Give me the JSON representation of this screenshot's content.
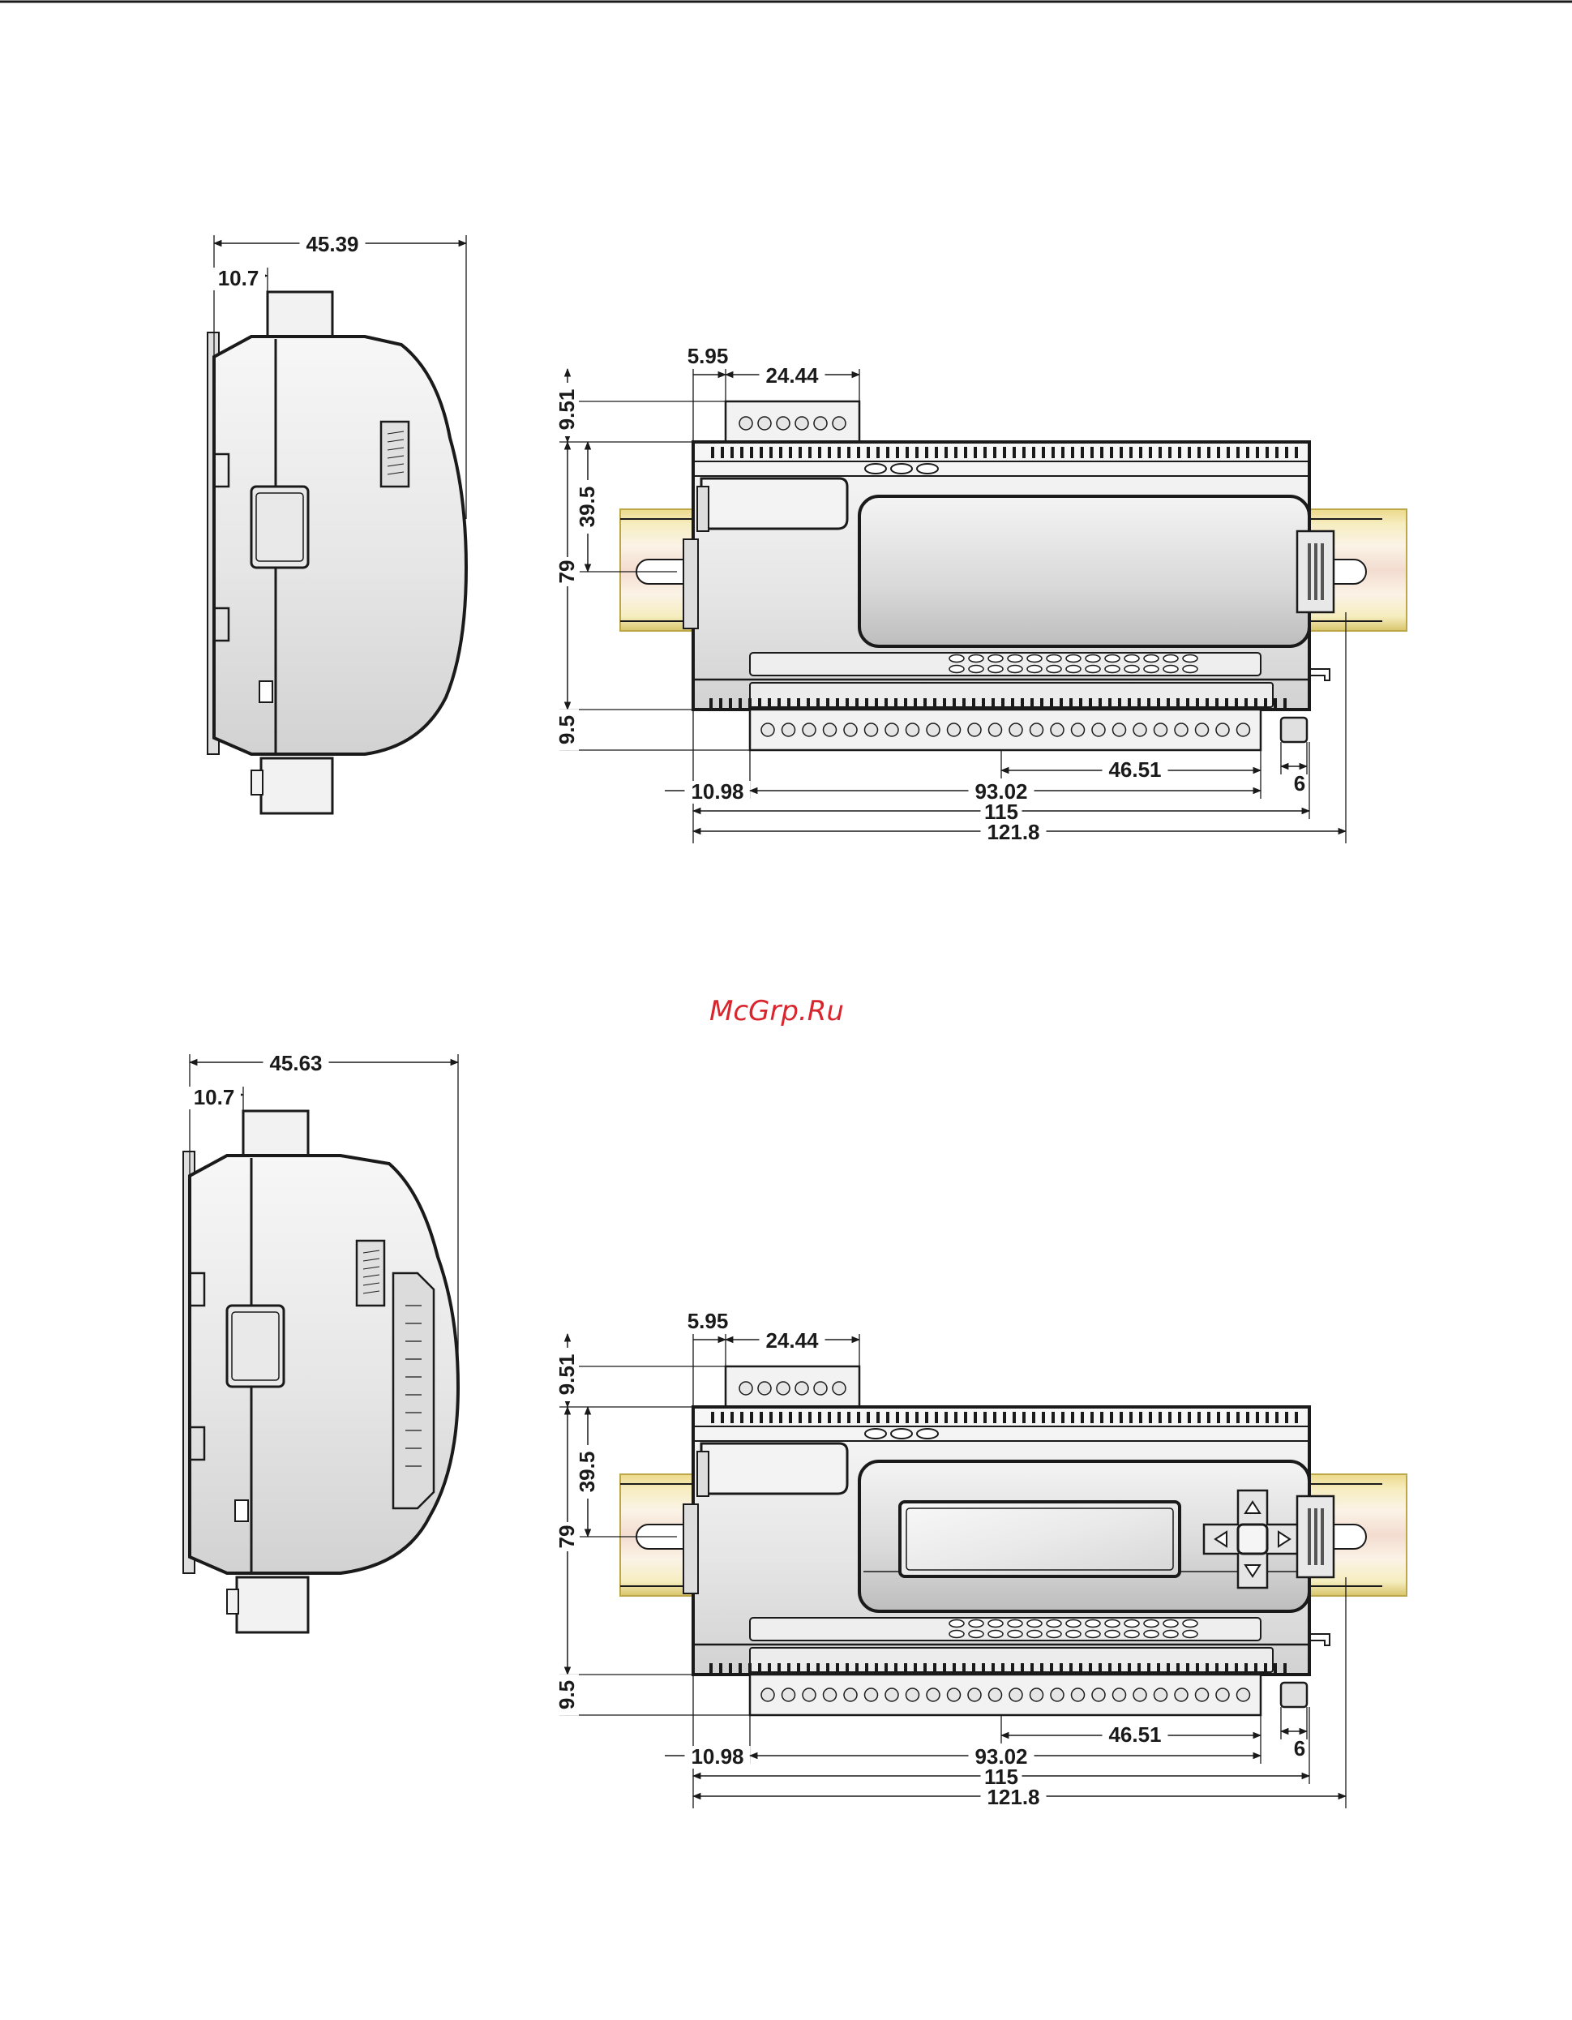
{
  "watermark": "McGrp.Ru",
  "colors": {
    "line": "#1a1a1a",
    "body_light": "#ececec",
    "body_mid": "#d6d6d6",
    "rail": "#ecd98a",
    "rail_dark": "#bca84a",
    "terminal": "#f2f2f2",
    "watermark": "#d9262e"
  },
  "drawings": [
    {
      "variant": "no-display",
      "side": {
        "width": "45.39",
        "offset": "10.7"
      },
      "front": {
        "top_offset": "5.95",
        "top_block": "24.44",
        "top_height": "9.51",
        "half_height": "39.5",
        "height": "79",
        "bottom_height": "9.5",
        "left_offset": "10.98",
        "bottom_block": "93.02",
        "bottom_half": "46.51",
        "clip": "6",
        "width": "115",
        "overall": "121.8"
      }
    },
    {
      "variant": "with-display",
      "side": {
        "width": "45.63",
        "offset": "10.7"
      },
      "front": {
        "top_offset": "5.95",
        "top_block": "24.44",
        "top_height": "9.51",
        "half_height": "39.5",
        "height": "79",
        "bottom_height": "9.5",
        "left_offset": "10.98",
        "bottom_block": "93.02",
        "bottom_half": "46.51",
        "clip": "6",
        "width": "115",
        "overall": "121.8"
      }
    }
  ]
}
